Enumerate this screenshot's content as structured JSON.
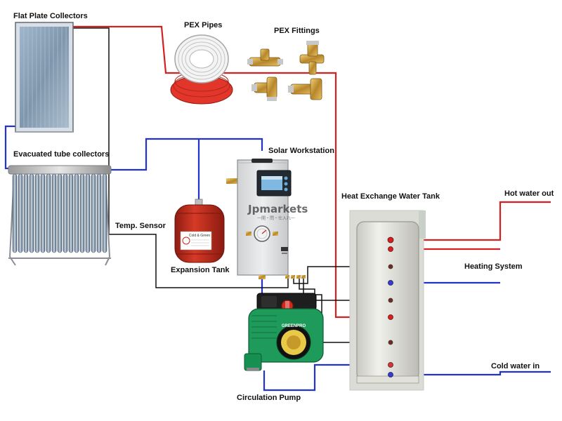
{
  "labels": {
    "flat_plate": "Flat Plate Collectors",
    "pex_pipes": "PEX Pipes",
    "pex_fittings": "PEX Fittings",
    "evacuated": "Evacuated tube collectors",
    "solar_workstation": "Solar Workstation",
    "heat_exchange_tank": "Heat Exchange Water Tank",
    "hot_water_out": "Hot water out",
    "temp_sensor": "Temp. Sensor",
    "heating_system": "Heating System",
    "expansion_tank": "Expansion Tank",
    "cold_water_in": "Cold water in",
    "circulation_pump": "Circulation Pump"
  },
  "workstation": {
    "brand": "Jpmarkets",
    "brand_sub": "一開・問・仕入れ一"
  },
  "expansion_tank": {
    "badge": "Cold & Green"
  },
  "pump": {
    "brand": "GREENPRO"
  },
  "colors": {
    "hot_pipe": "#d42020",
    "cold_pipe": "#2233cc",
    "sensor_wire": "#111111",
    "tank_body": "#e8e8e2",
    "expansion_tank": "#c42a1c",
    "pump_body": "#1e9a5a"
  }
}
